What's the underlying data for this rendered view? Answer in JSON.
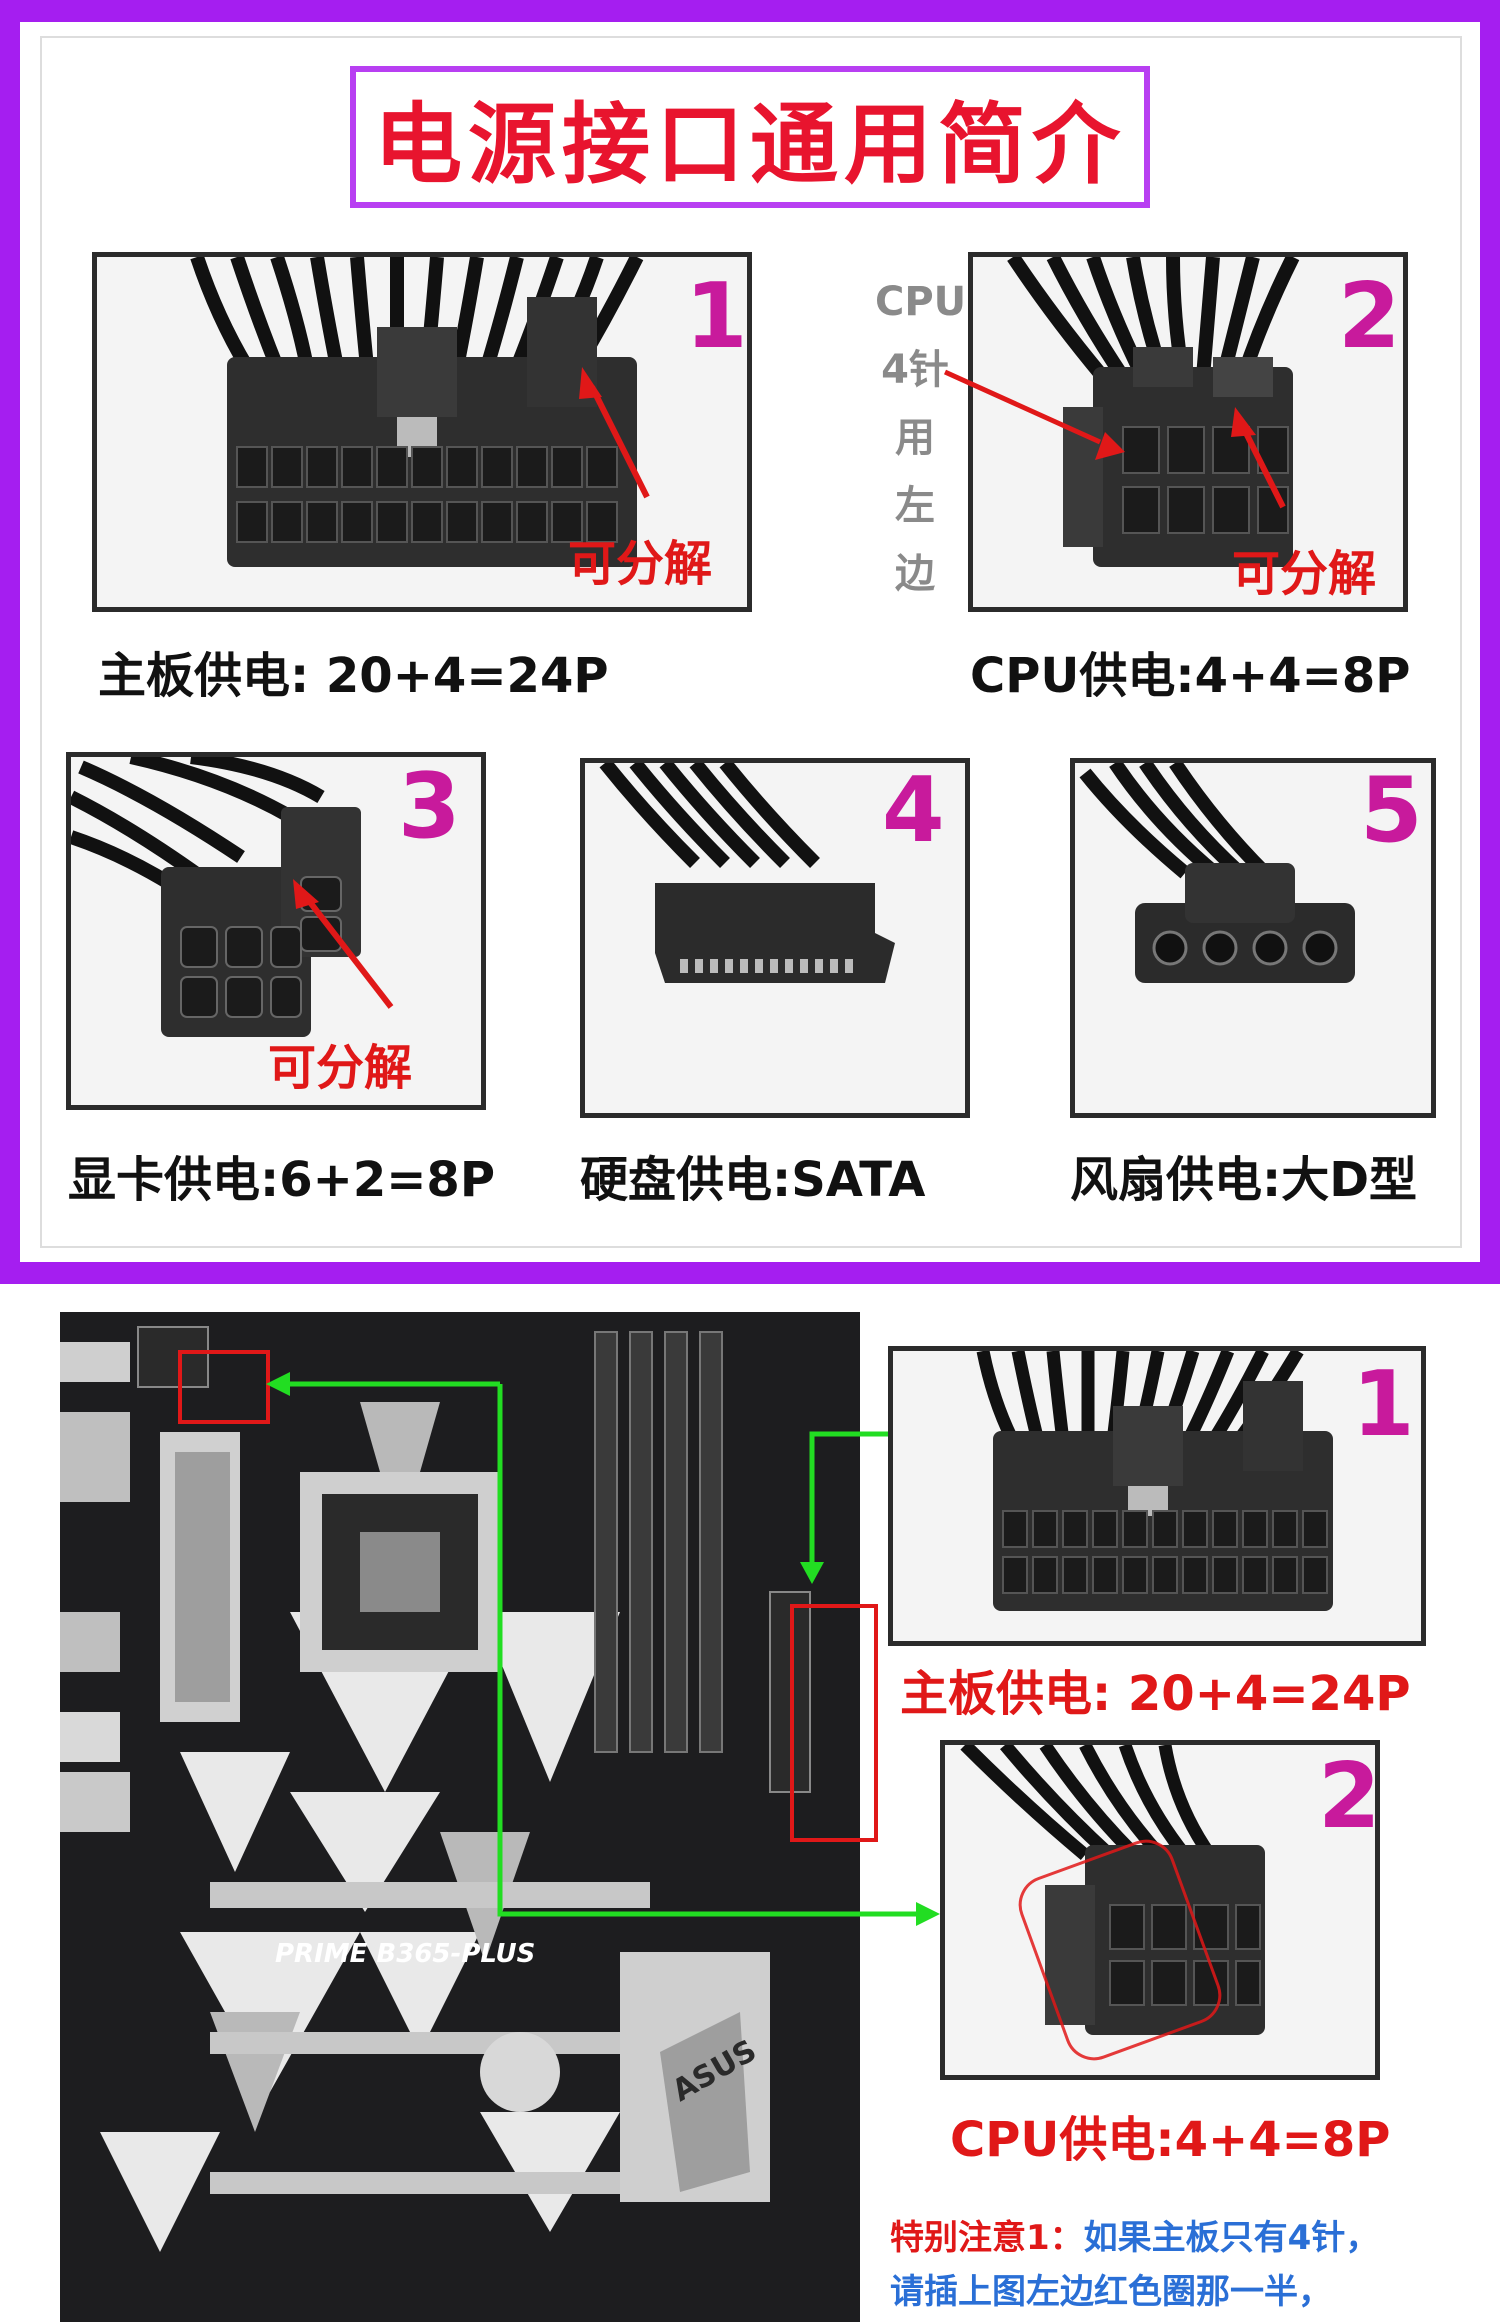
{
  "title": "电源接口通用简介",
  "top": {
    "items": [
      {
        "number": "1",
        "caption": "主板供电: 20+4=24P",
        "tag": "可分解"
      },
      {
        "number": "2",
        "caption": "CPU供电:4+4=8P",
        "tag": "可分解"
      },
      {
        "number": "3",
        "caption": "显卡供电:6+2=8P",
        "tag": "可分解"
      },
      {
        "number": "4",
        "caption": "硬盘供电:SATA"
      },
      {
        "number": "5",
        "caption": "风扇供电:大D型"
      }
    ],
    "cpu_side_label": [
      "CPU",
      "4针",
      "用",
      "左",
      "边"
    ]
  },
  "bottom": {
    "item1": {
      "number": "1",
      "caption": "主板供电: 20+4=24P"
    },
    "item2": {
      "number": "2",
      "caption": "CPU供电:4+4=8P"
    },
    "note_label": "特别注意1：",
    "note_line1": "如果主板只有4针，",
    "note_line2": "请插上图左边红色圈那一半，",
    "board_text": "PRIME B365-PLUS",
    "board_logo": "ASUS"
  },
  "colors": {
    "background": "#a51ef0",
    "title_red": "#e8142e",
    "number_magenta": "#c81a9c",
    "arrow_green": "#22dd22",
    "note_blue": "#2a6fd6"
  }
}
